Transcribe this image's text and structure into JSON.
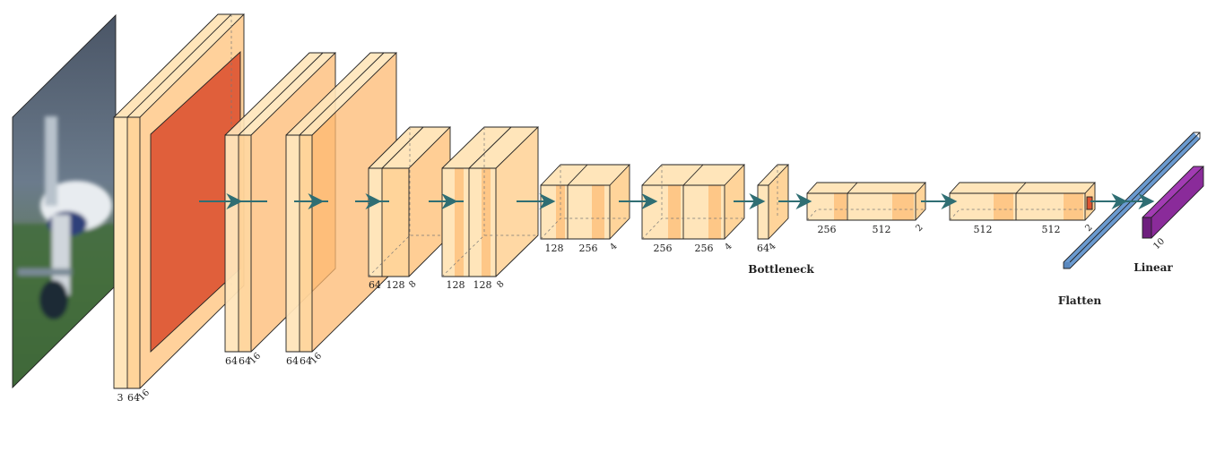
{
  "colors": {
    "conv_light": "#FFE5BA",
    "conv_mid": "#FFD49A",
    "conv_band": "#FDBA72",
    "pool": "#DD5533",
    "flatten": "#6A9AD0",
    "linear": "#8A2B9A",
    "arrow": "#2F6E73",
    "edge": "#222222"
  },
  "input": {
    "name": "input-image",
    "description": "airplane"
  },
  "blocks": [
    {
      "id": "block1",
      "labels": [
        "3",
        "64"
      ],
      "depth": "16",
      "pool": true
    },
    {
      "id": "block2",
      "labels": [
        "64",
        "64"
      ],
      "depth": "16",
      "pool": false
    },
    {
      "id": "block3",
      "labels": [
        "64",
        "64"
      ],
      "depth": "16",
      "pool": false
    },
    {
      "id": "block4",
      "labels": [
        "64",
        "128"
      ],
      "depth": "8",
      "pool": false
    },
    {
      "id": "block5",
      "labels": [
        "128",
        "128"
      ],
      "depth": "8",
      "pool": false
    },
    {
      "id": "block6",
      "labels": [
        "128",
        "256"
      ],
      "depth": "4",
      "pool": false
    },
    {
      "id": "block7",
      "labels": [
        "256",
        "256"
      ],
      "depth": "4",
      "pool": false
    },
    {
      "id": "bottleneck",
      "labels": [
        "64"
      ],
      "depth": "4",
      "pool": false
    },
    {
      "id": "block9",
      "labels": [
        "256",
        "512"
      ],
      "depth": "2",
      "pool": false
    },
    {
      "id": "block10",
      "labels": [
        "512",
        "512"
      ],
      "depth": "2",
      "pool": true
    }
  ],
  "captions": {
    "bottleneck": "Bottleneck",
    "flatten": "Flatten",
    "linear": "Linear"
  },
  "linear": {
    "size": "10"
  }
}
